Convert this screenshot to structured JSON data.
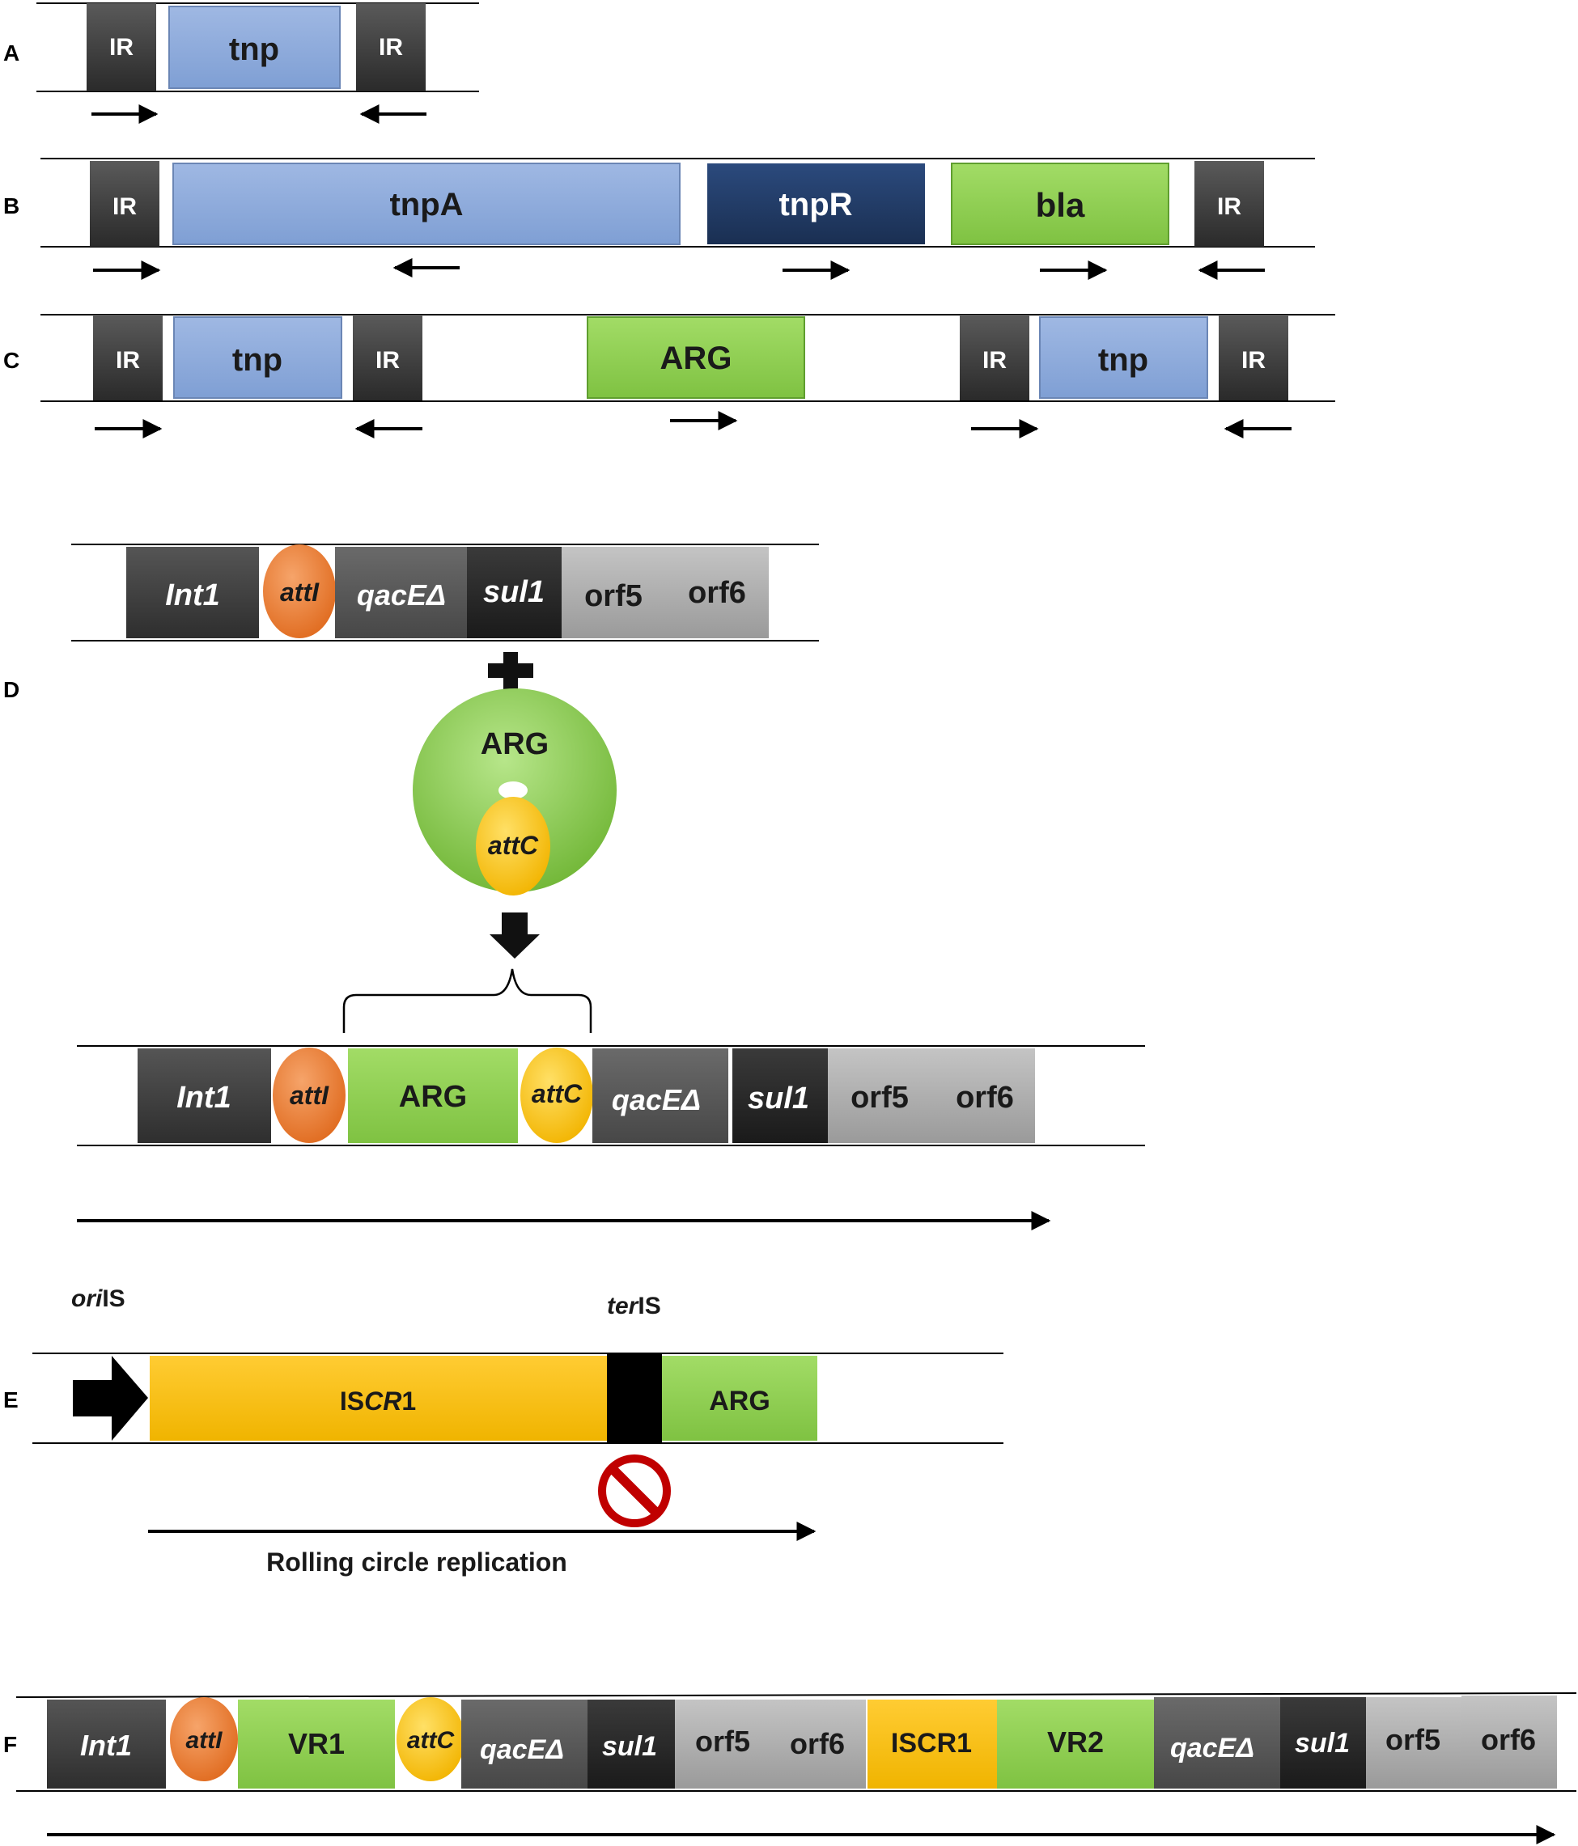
{
  "panels": {
    "A": {
      "letter": "A",
      "ir_left": "IR",
      "tnp": "tnp",
      "ir_right": "IR"
    },
    "B": {
      "letter": "B",
      "ir_left": "IR",
      "tnpA": "tnpA",
      "tnpR": "tnpR",
      "bla": "bla",
      "ir_right": "IR"
    },
    "C": {
      "letter": "C",
      "ir1": "IR",
      "tnp1": "tnp",
      "ir2": "IR",
      "arg": "ARG",
      "ir3": "IR",
      "tnp2": "tnp",
      "ir4": "IR"
    },
    "D": {
      "letter": "D",
      "top": {
        "int1": "Int1",
        "attI": "attI",
        "qacE": "qacEΔ",
        "sul1": "sul1",
        "orf5": "orf5",
        "orf6": "orf6"
      },
      "cassette": {
        "arg": "ARG",
        "attC": "attC"
      },
      "bottom": {
        "int1": "Int1",
        "attI": "attI",
        "arg": "ARG",
        "attC": "attC",
        "qacE": "qacEΔ",
        "sul1": "sul1",
        "orf5": "orf5",
        "orf6": "orf6"
      }
    },
    "E": {
      "letter": "E",
      "oriIS_italic": "ori",
      "oriIS_rest": "IS",
      "terIS_italic": "ter",
      "terIS_rest": "IS",
      "iscr_pre": "IS",
      "iscr_italic": "CR",
      "iscr_post": "1",
      "arg": "ARG",
      "caption": "Rolling circle replication"
    },
    "F": {
      "letter": "F",
      "int1": "Int1",
      "attI": "attI",
      "vr1": "VR1",
      "attC": "attC",
      "qacE1": "qacEΔ",
      "sul1a": "sul1",
      "orf5a": "orf5",
      "orf6a": "orf6",
      "iscr1": "ISCR1",
      "vr2": "VR2",
      "qacE2": "qacEΔ",
      "sul1b": "sul1",
      "orf5b": "orf5",
      "orf6b": "orf6"
    }
  },
  "colors": {
    "ir": "#3a3a3a",
    "tnp": "#8eaadb",
    "tnpR": "#1f3864",
    "green": "#92d050",
    "int1": "#3f3f3f",
    "attI": "#ed7d31",
    "attC": "#ffc000",
    "qacE": "#595959",
    "sul1": "#262626",
    "orf": "#a6a6a6",
    "iscr": "#ffc000",
    "stop": "#c00000"
  }
}
